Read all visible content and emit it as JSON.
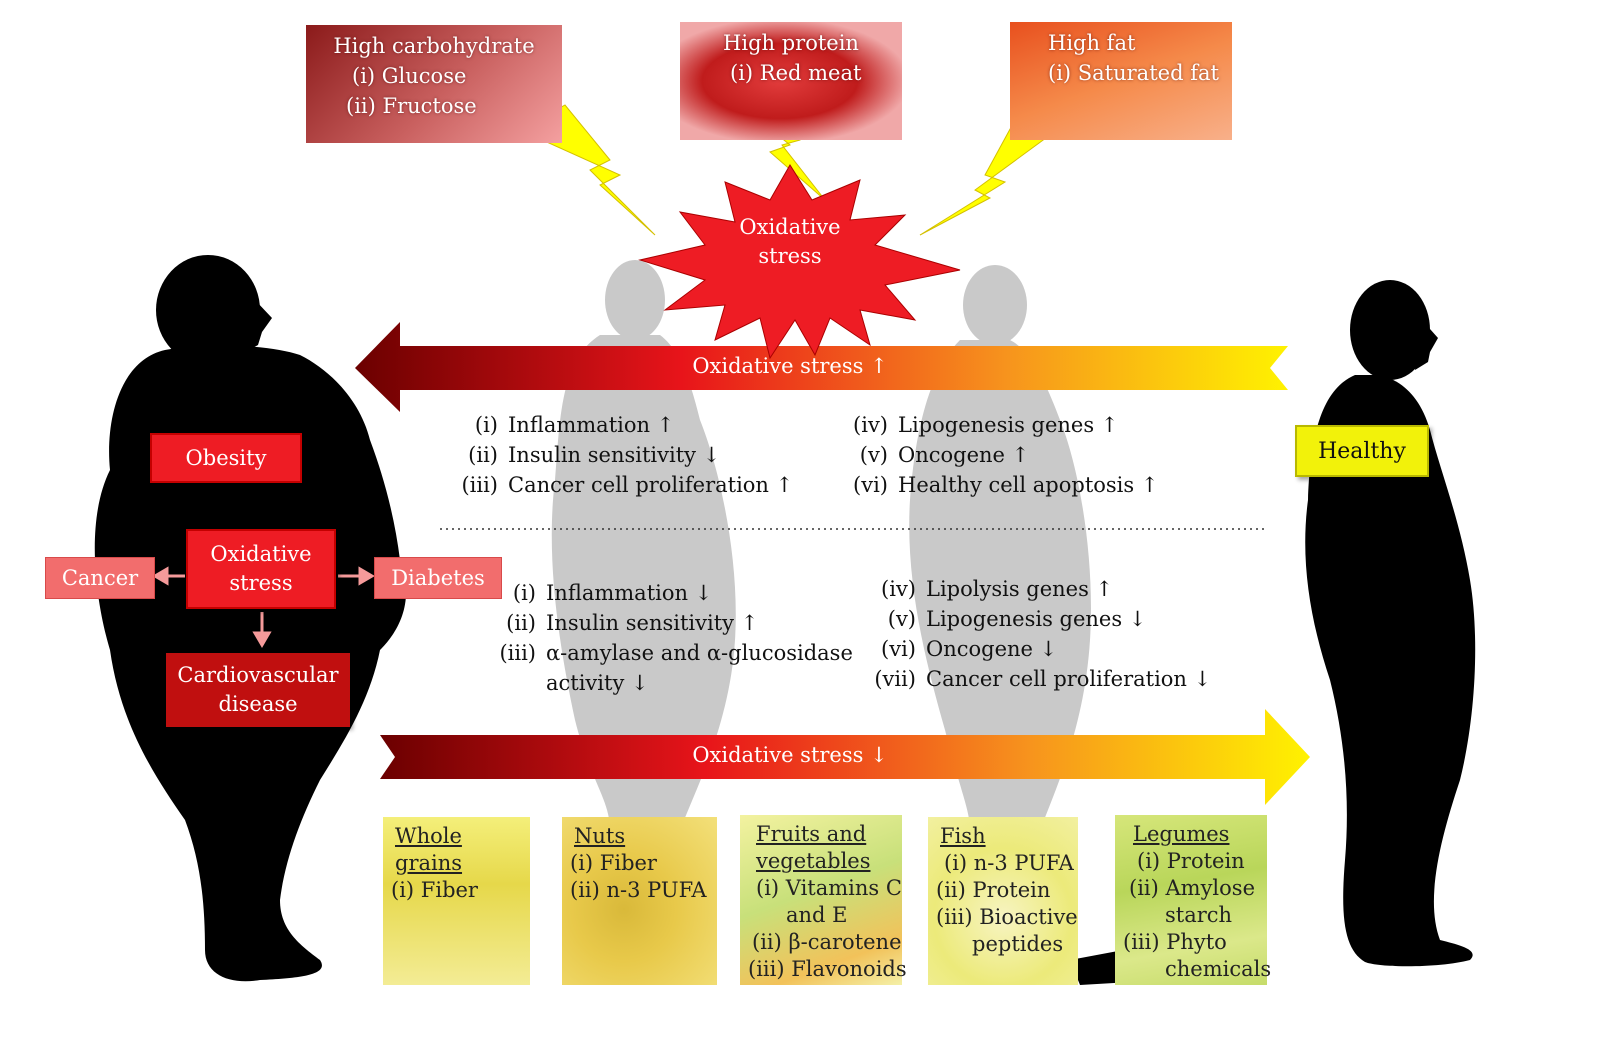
{
  "foods_high": [
    {
      "title": "High carbohydrate",
      "items": [
        "(i) Glucose",
        "(ii) Fructose"
      ]
    },
    {
      "title": "High protein",
      "items": [
        "(i) Red meat"
      ]
    },
    {
      "title": "High fat",
      "items": [
        "(i)  Saturated fat"
      ]
    }
  ],
  "center": {
    "label_line1": "Oxidative",
    "label_line2": "stress"
  },
  "arrow_top": {
    "label": "Oxidative stress ↑"
  },
  "arrow_bottom": {
    "label": "Oxidative stress ↓"
  },
  "effects_up_left": [
    {
      "num": "(i)",
      "text": "Inflammation ↑"
    },
    {
      "num": "(ii)",
      "text": "Insulin sensitivity ↓"
    },
    {
      "num": "(iii)",
      "text": "Cancer cell proliferation ↑"
    }
  ],
  "effects_up_right": [
    {
      "num": "(iv)",
      "text": "Lipogenesis genes ↑"
    },
    {
      "num": "(v)",
      "text": "Oncogene ↑"
    },
    {
      "num": "(vi)",
      "text": "Healthy cell apoptosis ↑"
    }
  ],
  "effects_down_left": [
    {
      "num": "(i)",
      "text": "Inflammation ↓"
    },
    {
      "num": "(ii)",
      "text": "Insulin sensitivity ↑"
    },
    {
      "num": "(iii)",
      "text": "α-amylase and α-glucosidase"
    },
    {
      "num": "",
      "text": "activity ↓"
    }
  ],
  "effects_down_right": [
    {
      "num": "(iv)",
      "text": "Lipolysis genes ↑"
    },
    {
      "num": "(v)",
      "text": "Lipogenesis genes ↓"
    },
    {
      "num": "(vi)",
      "text": "Oncogene ↓"
    },
    {
      "num": "(vii)",
      "text": "Cancer cell proliferation ↓"
    }
  ],
  "left_person": {
    "obesity": "Obesity",
    "oxidative_line1": "Oxidative",
    "oxidative_line2": "stress",
    "cancer": "Cancer",
    "diabetes": "Diabetes",
    "cvd_line1": "Cardiovascular",
    "cvd_line2": "disease"
  },
  "right_person": {
    "healthy": "Healthy"
  },
  "foods_healthy": [
    {
      "title_line1": "Whole",
      "title_line2": "grains",
      "items": [
        "(i) Fiber"
      ]
    },
    {
      "title_line1": "Nuts",
      "title_line2": "",
      "items": [
        "(i) Fiber",
        "(ii) n-3 PUFA"
      ]
    },
    {
      "title_line1": "Fruits and",
      "title_line2": "vegetables",
      "items": [
        "(i) Vitamins C",
        "and E",
        "(ii) β-carotene",
        "(iii) Flavonoids"
      ]
    },
    {
      "title_line1": "Fish",
      "title_line2": "",
      "items": [
        "(i) n-3 PUFA",
        "(ii) Protein",
        "(iii) Bioactive",
        "peptides"
      ]
    },
    {
      "title_line1": "Legumes",
      "title_line2": "",
      "items": [
        "(i) Protein",
        "(ii) Amylose",
        "starch",
        "(iii) Phyto",
        "chemicals"
      ]
    }
  ],
  "colors": {
    "red": "#ee1c24",
    "dark_red": "#7a0000",
    "yellow": "#f2f20a",
    "orange": "#f58220",
    "silhouette": "#000000",
    "ghost": "#c8c8c8"
  }
}
